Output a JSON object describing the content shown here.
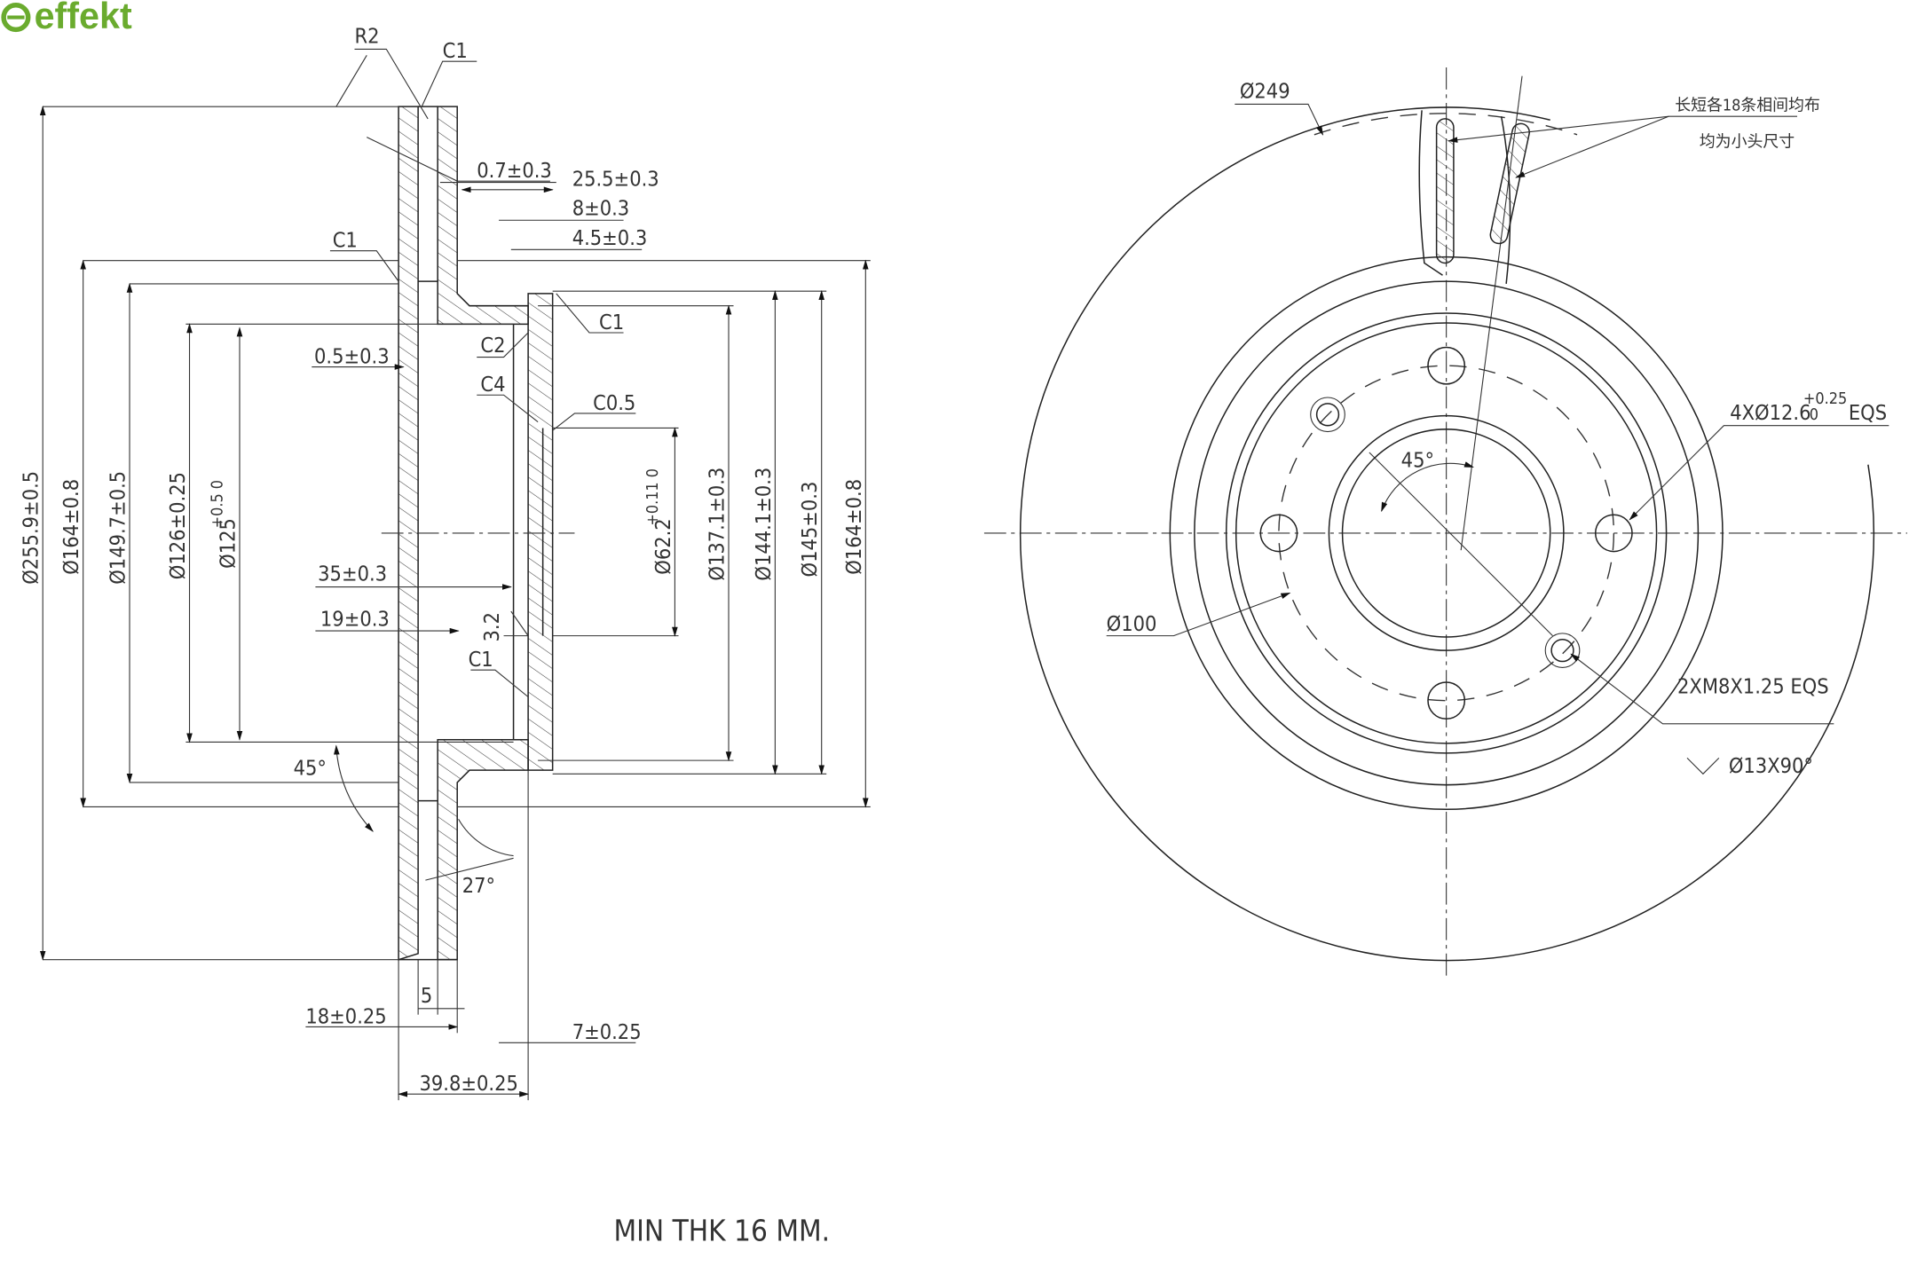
{
  "logo": {
    "text": "effekt",
    "color": "#6aab2e"
  },
  "section_view": {
    "labels": {
      "r2": "R2",
      "c1_top": "C1",
      "c1_left": "C1",
      "c1_hat": "C1",
      "c2": "C2",
      "c4": "C4",
      "c05": "C0.5",
      "c1_lower": "C1",
      "d_0_7": "0.7±0.3",
      "d_25_5": "25.5±0.3",
      "d_8": "8±0.3",
      "d_4_5": "4.5±0.3",
      "d_0_5": "0.5±0.3",
      "d_35": "35±0.3",
      "d_19": "19±0.3",
      "d_3_2": "3.2",
      "ang45": "45°",
      "ang27": "27°",
      "d_5": "5",
      "d_18": "18±0.25",
      "d_7": "7±0.25",
      "d_39_8": "39.8±0.25",
      "dia_255_9": "Ø255.9±0.5",
      "dia_164_l": "Ø164±0.8",
      "dia_149_7": "Ø149.7±0.5",
      "dia_126": "Ø126±0.25",
      "dia_125": "Ø125",
      "dia_125_tol": "+0.5 0",
      "dia_62_2": "Ø62.2",
      "dia_62_2_tol": "+0.11 0",
      "dia_137_1": "Ø137.1±0.3",
      "dia_144_1": "Ø144.1±0.3",
      "dia_145": "Ø145±0.3",
      "dia_164_r": "Ø164±0.8"
    }
  },
  "front_view": {
    "labels": {
      "dia_249": "Ø249",
      "note_vanes": "长短各18条相间均布",
      "note_small_end": "均为小头尺寸",
      "holes": "4XØ12.6",
      "holes_tol_upper": "+0.25",
      "holes_tol_lower": "0",
      "holes_eqs": "EQS",
      "ang45": "45°",
      "dia_100": "Ø100",
      "threads": "2XM8X1.25 EQS",
      "countersink": "Ø13X90°"
    }
  },
  "footer": {
    "min_thickness": "MIN THK 16 MM."
  }
}
